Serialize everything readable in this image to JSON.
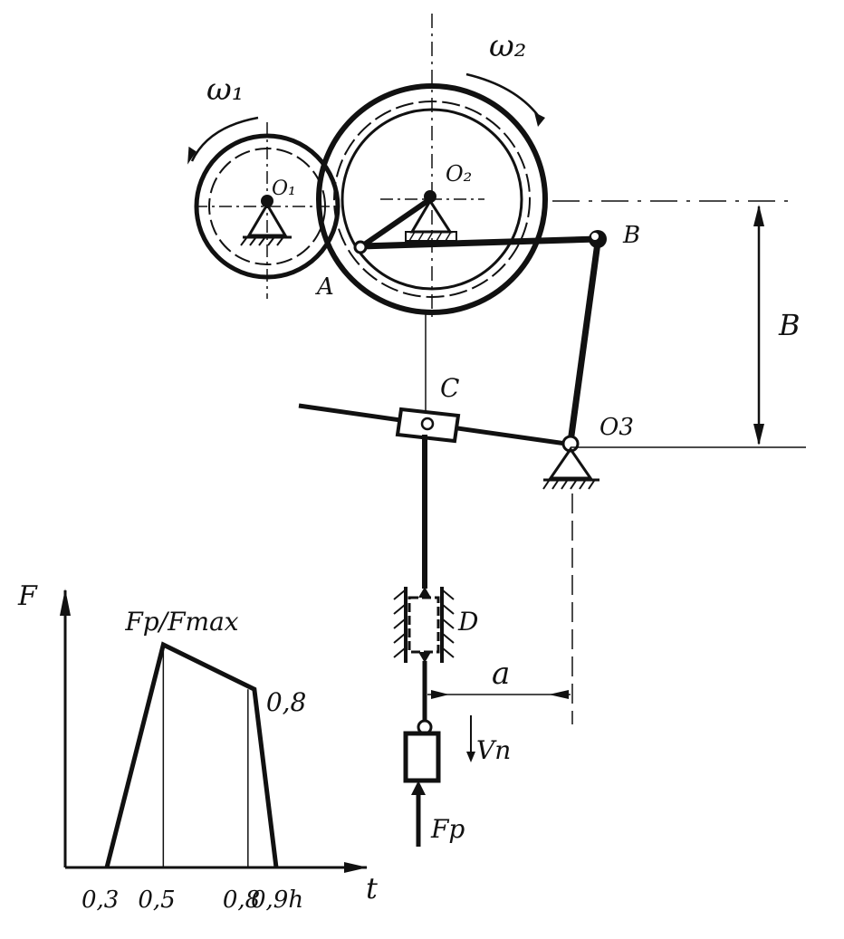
{
  "labels": {
    "omega1": "ω₁",
    "omega2": "ω₂",
    "o1": "O₁",
    "o2": "O₂",
    "a_point": "A",
    "b_point": "B",
    "c_point": "C",
    "o3": "O3",
    "d_point": "D",
    "dim_b": "B",
    "dim_a": "a",
    "vn": "Vn",
    "fp": "Fp"
  },
  "chart_data": {
    "type": "line",
    "ylabel": "F",
    "xlabel": "t",
    "peak_label": "Fp/Fmax",
    "end_label": "0,8",
    "x_ticks": [
      "0,3",
      "0,5",
      "0,8",
      "0,9h"
    ],
    "x": [
      0.3,
      0.5,
      0.8,
      0.9
    ],
    "y": [
      0,
      1,
      0.8,
      0
    ]
  }
}
